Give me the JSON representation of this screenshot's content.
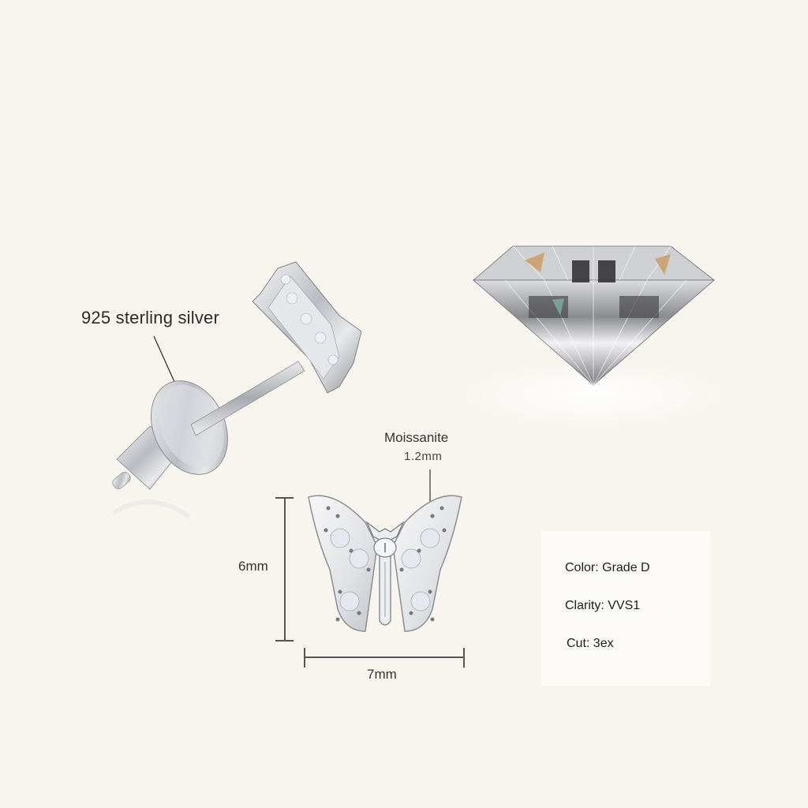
{
  "product": {
    "type": "butterfly moissanite stud earring",
    "material_label": "925 sterling silver",
    "stone_label": "Moissanite",
    "stone_size": "1.2mm",
    "dimensions": {
      "height": "6mm",
      "width": "7mm"
    }
  },
  "specs": [
    {
      "label": "Color: Grade D"
    },
    {
      "label": "Clarity: VVS1"
    },
    {
      "label": "Cut: 3ex"
    }
  ],
  "colors": {
    "background": "#f8f5ef",
    "spec_box": "#fcfbf8",
    "text": "#222222",
    "dimension_line": "#555555",
    "silver": "#c9cbd0"
  }
}
